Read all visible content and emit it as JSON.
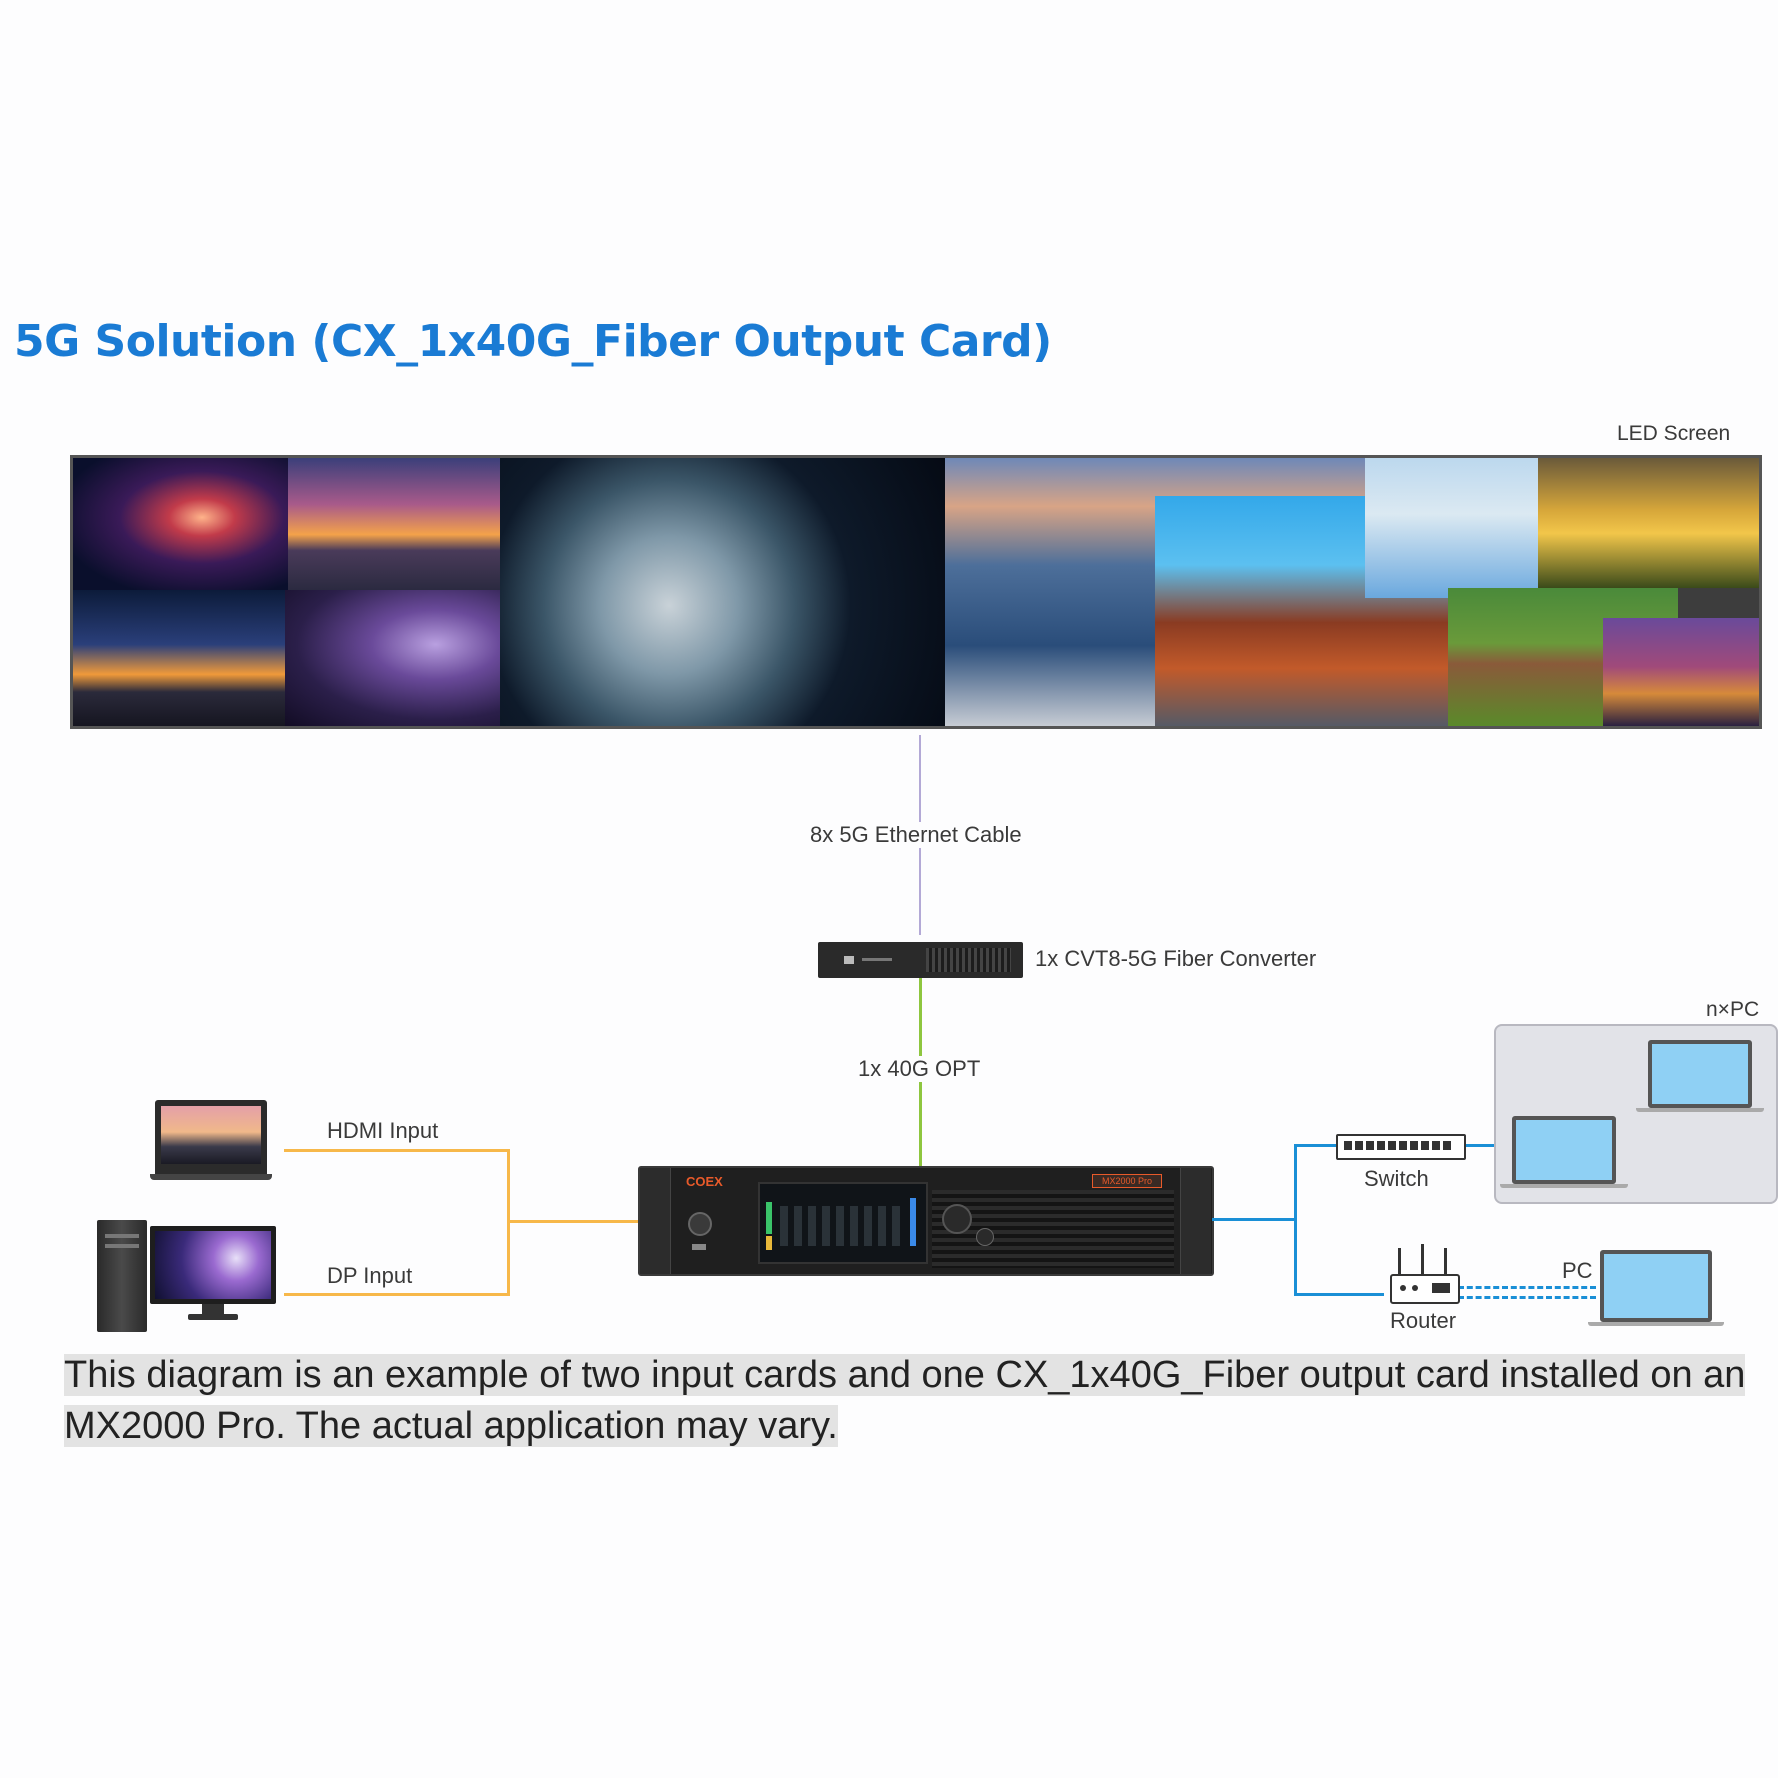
{
  "title": "5G Solution (CX_1x40G_Fiber Output Card)",
  "labels": {
    "led_screen": "LED Screen",
    "ethernet_cable": "8x 5G Ethernet Cable",
    "fiber_converter": "1x CVT8-5G Fiber Converter",
    "opt": "1x 40G OPT",
    "hdmi_input": "HDMI Input",
    "dp_input": "DP Input",
    "npc": "n×PC",
    "switch": "Switch",
    "router": "Router",
    "pc": "PC"
  },
  "device": {
    "brand": "COEX",
    "model": "MX2000 Pro"
  },
  "colors": {
    "title": "#1a7bd4",
    "ethernet_line": "#b3a9d6",
    "fiber_line": "#8ec63f",
    "input_line": "#f7b84a",
    "network_line": "#1a8fd6",
    "pc_screen": "#8fd0f4"
  },
  "caption": "This diagram is an example of two input cards and one CX_1x40G_Fiber output card installed on an MX2000 Pro. The actual application may vary."
}
